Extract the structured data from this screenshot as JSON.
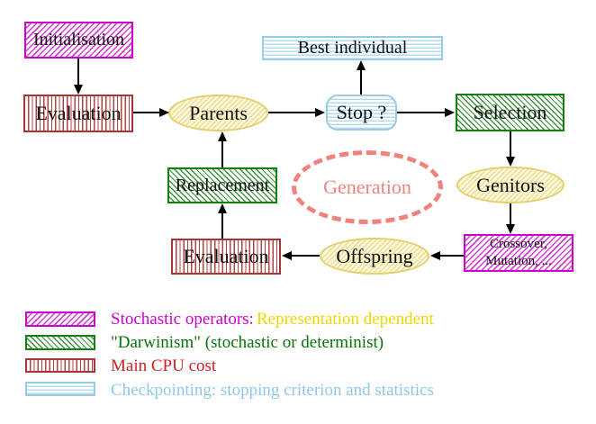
{
  "diagram": {
    "nodes": {
      "initialisation": "Initialisation",
      "evaluation_top": "Evaluation",
      "parents": "Parents",
      "stop": "Stop ?",
      "best_individual": "Best individual",
      "selection": "Selection",
      "genitors": "Genitors",
      "crossover_line1": "Crossover,",
      "crossover_line2": "Mutation, ...",
      "offspring": "Offspring",
      "evaluation_bottom": "Evaluation",
      "replacement": "Replacement",
      "generation": "Generation"
    },
    "colors": {
      "magenta": "#cc00cc",
      "green": "#118011",
      "red": "#a83434",
      "cyan": "#9acbe5",
      "yellow_border": "#e3cf6d",
      "salmon": "#ee837d",
      "arrow": "#000000"
    }
  },
  "legend": {
    "items": [
      {
        "swatch": "magenta-hatch",
        "label": "Stochastic operators:",
        "label2": "Representation dependent",
        "label_color": "#cc00cc",
        "label2_color": "#f0d500"
      },
      {
        "swatch": "green-hatch",
        "label": "\"Darwinism\" (stochastic or determinist)",
        "label_color": "#067306"
      },
      {
        "swatch": "red-stripes",
        "label": "Main CPU cost",
        "label_color": "#cc2222"
      },
      {
        "swatch": "cyan-stripes",
        "label": "Checkpointing: stopping criterion and statistics",
        "label_color": "#8fc7e8"
      }
    ]
  }
}
